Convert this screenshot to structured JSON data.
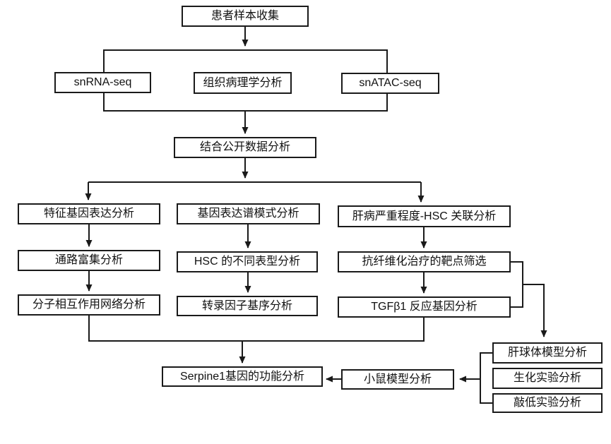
{
  "style": {
    "ink_color": "#1a1a1a",
    "background_color": "#ffffff"
  },
  "nodes": {
    "patient_sample": {
      "label": "患者样本收集"
    },
    "snrna_seq": {
      "label": "snRNA-seq"
    },
    "histopathology": {
      "label": "组织病理学分析"
    },
    "snatac_seq": {
      "label": "snATAC-seq"
    },
    "public_data": {
      "label": "结合公开数据分析"
    },
    "feature_gene_expression": {
      "label": "特征基因表达分析"
    },
    "gene_expression_pattern": {
      "label": "基因表达谱模式分析"
    },
    "liver_severity_hsc": {
      "label": "肝病严重程度-HSC 关联分析"
    },
    "pathway_enrichment": {
      "label": "通路富集分析"
    },
    "hsc_phenotypes": {
      "label": "HSC 的不同表型分析"
    },
    "antifibrotic_target_screening": {
      "label": "抗纤维化治疗的靶点筛选"
    },
    "molecular_interaction_network": {
      "label": "分子相互作用网络分析"
    },
    "transcription_factor_motif": {
      "label": "转录因子基序分析"
    },
    "tgfb1_response_genes": {
      "label": "TGFβ1 反应基因分析"
    },
    "serpine1_function": {
      "label": "Serpine1基因的功能分析"
    },
    "mouse_model": {
      "label": "小鼠模型分析"
    },
    "liver_spheroid_model": {
      "label": "肝球体模型分析"
    },
    "biochemical_experiment": {
      "label": "生化实验分析"
    },
    "knockdown_experiment": {
      "label": "敲低实验分析"
    }
  },
  "groups": {
    "sample_analysis_group": {
      "members": [
        "snrna_seq",
        "histopathology",
        "snatac_seq"
      ]
    }
  },
  "edges": [
    {
      "from": "patient_sample",
      "to": "sample_analysis_group"
    },
    {
      "from": "sample_analysis_group",
      "to": "public_data"
    },
    {
      "from": "public_data",
      "to": "feature_gene_expression"
    },
    {
      "from": "public_data",
      "to": "liver_severity_hsc"
    },
    {
      "from": "feature_gene_expression",
      "to": "pathway_enrichment"
    },
    {
      "from": "pathway_enrichment",
      "to": "molecular_interaction_network"
    },
    {
      "from": "gene_expression_pattern",
      "to": "hsc_phenotypes"
    },
    {
      "from": "hsc_phenotypes",
      "to": "transcription_factor_motif"
    },
    {
      "from": "liver_severity_hsc",
      "to": "antifibrotic_target_screening"
    },
    {
      "from": "antifibrotic_target_screening",
      "to": "tgfb1_response_genes"
    },
    {
      "from": "molecular_interaction_network",
      "to": "serpine1_function"
    },
    {
      "from": "tgfb1_response_genes",
      "to": "serpine1_function"
    },
    {
      "from": "antifibrotic_target_screening",
      "to": "liver_spheroid_model"
    },
    {
      "from": "tgfb1_response_genes",
      "to": "liver_spheroid_model"
    },
    {
      "from": "liver_spheroid_model",
      "to": "mouse_model"
    },
    {
      "from": "knockdown_experiment",
      "to": "mouse_model"
    },
    {
      "from": "mouse_model",
      "to": "serpine1_function"
    }
  ]
}
